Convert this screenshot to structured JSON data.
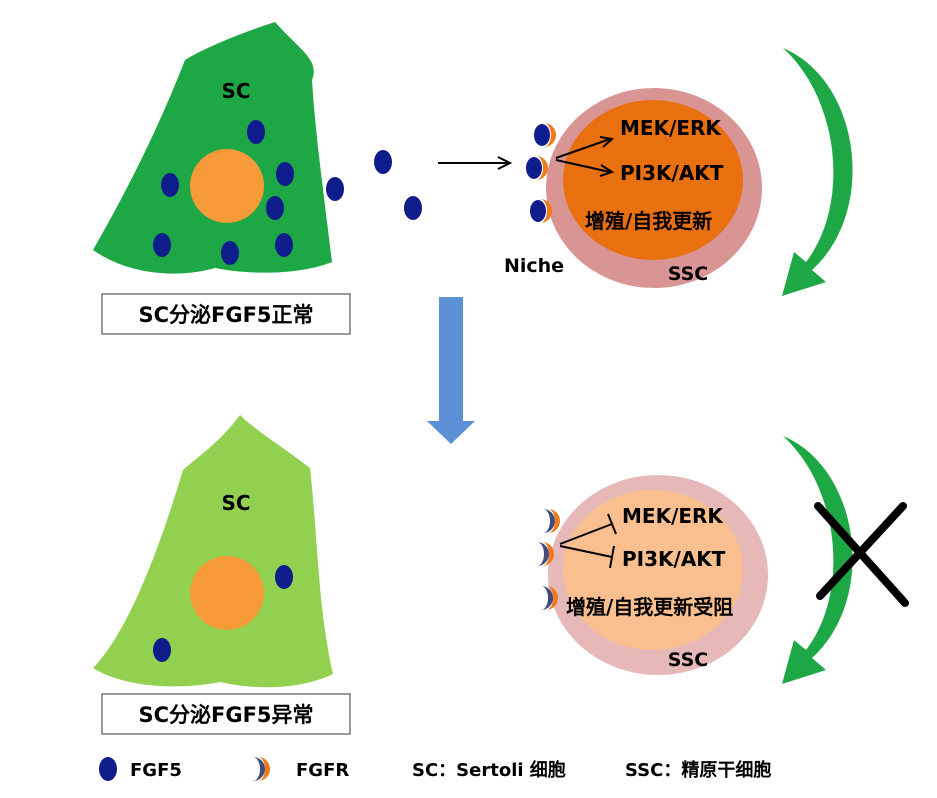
{
  "top_panel": {
    "cell_label": "SC",
    "caption": "SC分泌FGF5正常",
    "niche_label": "Niche",
    "pathway_1": "MEK/ERK",
    "pathway_2": "PI3K/AKT",
    "outcome": "增殖/自我更新",
    "ssc_label": "SSC"
  },
  "bottom_panel": {
    "cell_label": "SC",
    "caption": "SC分泌FGF5异常",
    "pathway_1": "MEK/ERK",
    "pathway_2": "PI3K/AKT",
    "outcome": "增殖/自我更新受阻",
    "ssc_label": "SSC"
  },
  "legend": {
    "fgf5": "FGF5",
    "fgfr": "FGFR",
    "sc_def": "SC：Sertoli 细胞",
    "ssc_def": "SSC：精原干细胞"
  },
  "colors": {
    "sc_normal": "#1ea845",
    "sc_abnormal": "#92d050",
    "nucleus": "#f79a38",
    "fgf5": "#0f1c8c",
    "ssc_outer_normal": "#d99594",
    "ssc_inner_normal": "#e8700f",
    "ssc_outer_abnormal": "#e6b9b8",
    "ssc_inner_abnormal": "#f9bf8f",
    "curve_arrow": "#1ea845",
    "down_arrow": "#5b8fd6",
    "fgfr_front": "#f07a1a"
  }
}
